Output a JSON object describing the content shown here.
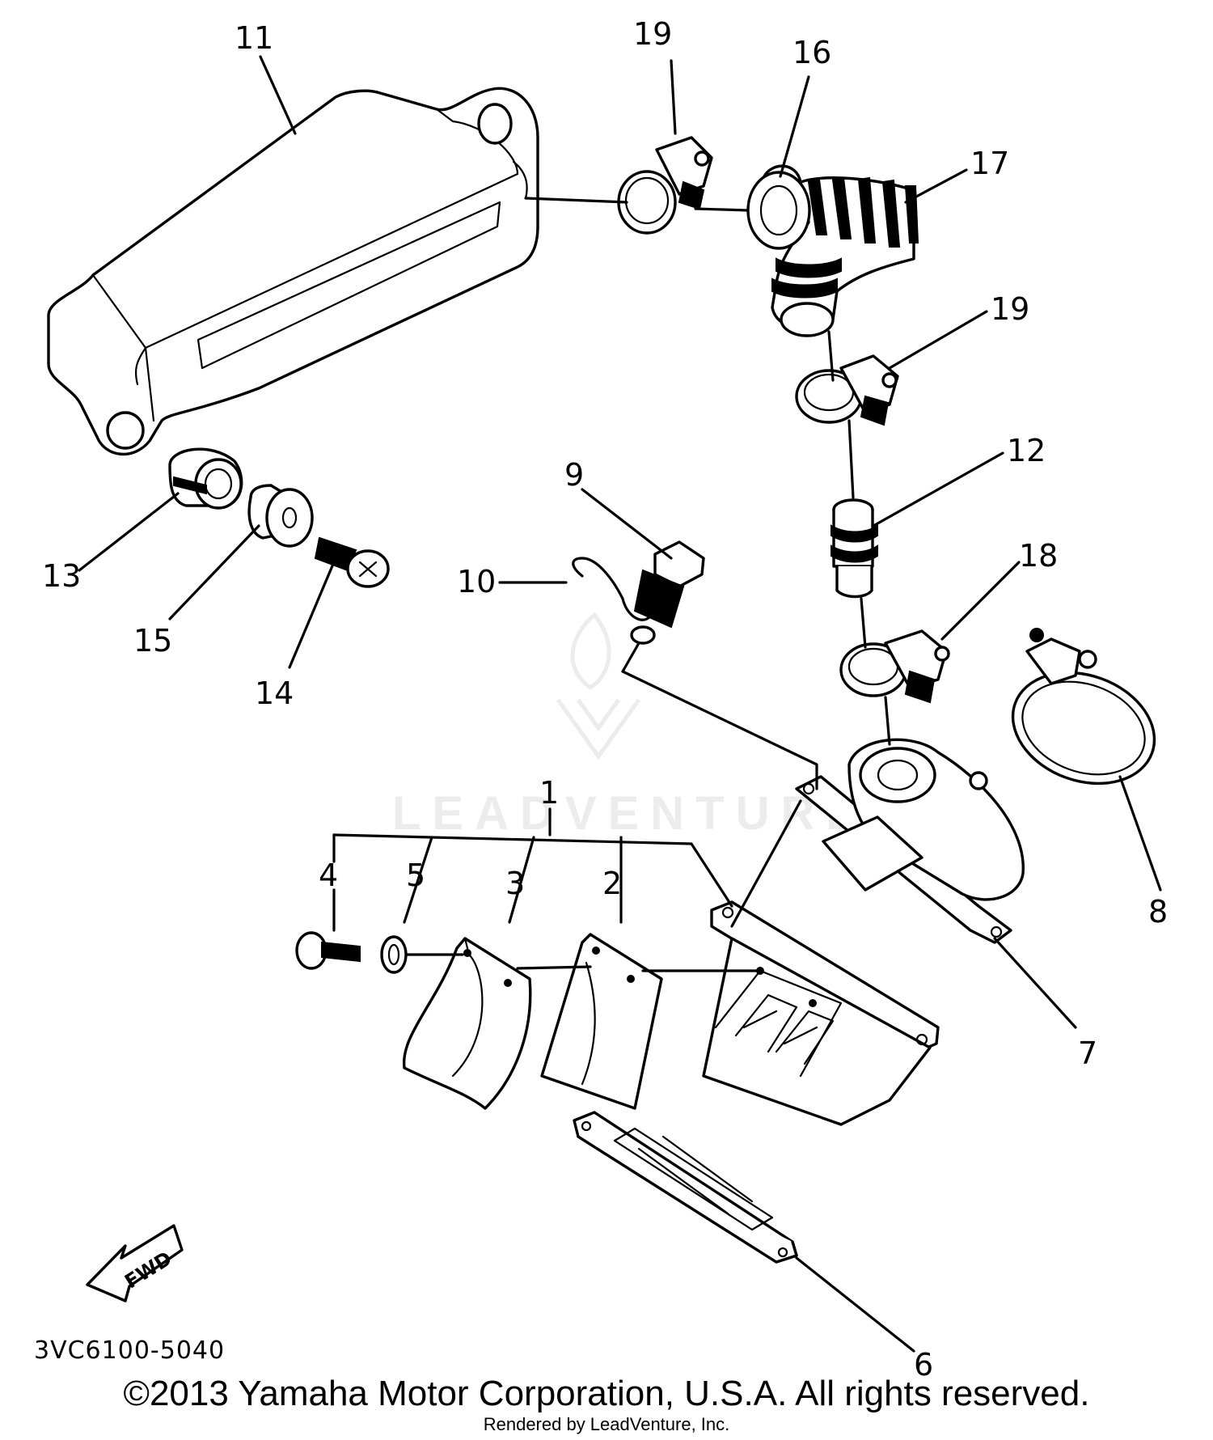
{
  "diagram": {
    "part_code": "3VC6100-5040",
    "copyright": "©2013 Yamaha Motor Corporation, U.S.A. All rights reserved.",
    "render_note": "Rendered by LeadVenture, Inc.",
    "watermark": "LEADVENTURE",
    "direction_arrow": "FWD",
    "callouts": {
      "c1": "1",
      "c2": "2",
      "c3": "3",
      "c4": "4",
      "c5": "5",
      "c6": "6",
      "c7": "7",
      "c8": "8",
      "c9": "9",
      "c10": "10",
      "c11": "11",
      "c12": "12",
      "c13": "13",
      "c14": "14",
      "c15": "15",
      "c16": "16",
      "c17": "17",
      "c18": "18",
      "c19a": "19",
      "c19b": "19"
    }
  }
}
